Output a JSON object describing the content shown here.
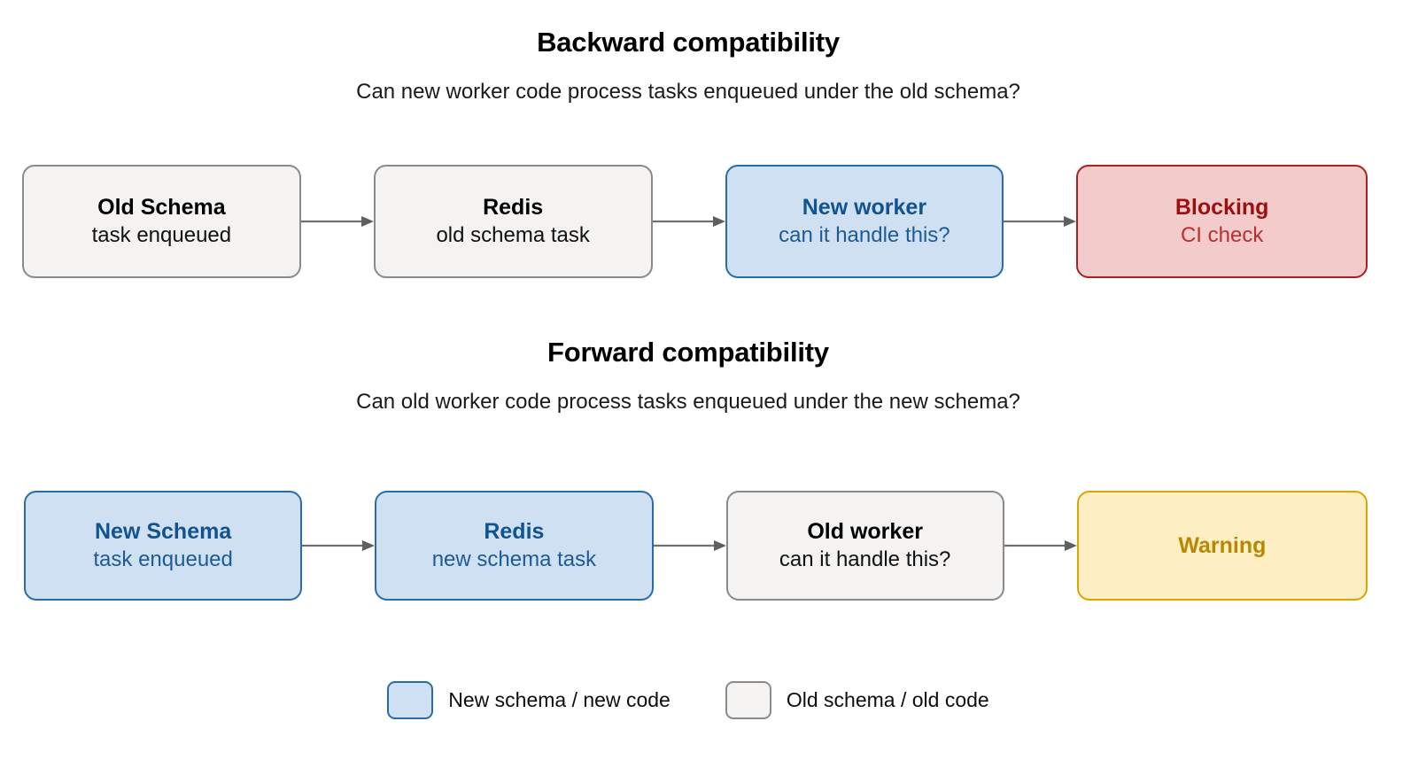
{
  "sections": [
    {
      "id": "backward",
      "title": "Backward compatibility",
      "subtitle": "Can new worker code process tasks enqueued under the old schema?",
      "nodes": [
        {
          "title": "Old Schema",
          "subtitle": "task enqueued",
          "theme": "neutral"
        },
        {
          "title": "Redis",
          "subtitle": "old schema task",
          "theme": "neutral"
        },
        {
          "title": "New worker",
          "subtitle": "can it handle this?",
          "theme": "blue"
        },
        {
          "title": "Blocking",
          "subtitle": "CI check",
          "theme": "red"
        }
      ]
    },
    {
      "id": "forward",
      "title": "Forward compatibility",
      "subtitle": "Can old worker code process tasks enqueued under the new schema?",
      "nodes": [
        {
          "title": "New Schema",
          "subtitle": "task enqueued",
          "theme": "blue"
        },
        {
          "title": "Redis",
          "subtitle": "new schema task",
          "theme": "blue"
        },
        {
          "title": "Old worker",
          "subtitle": "can it handle this?",
          "theme": "neutral"
        },
        {
          "title": "Warning",
          "subtitle": "",
          "theme": "yellow"
        }
      ]
    }
  ],
  "legend": {
    "items": [
      {
        "label": "New schema / new code",
        "swatch": "blue"
      },
      {
        "label": "Old schema / old code",
        "swatch": "neutral"
      }
    ]
  },
  "colors": {
    "background": "#ffffff",
    "neutral_fill": "#f4f3f1",
    "neutral_border": "#8a8a8a",
    "blue_fill": "#cfe0f2",
    "blue_border": "#2a6ca8",
    "blue_text": "#12538f",
    "red_fill": "#f3cbcb",
    "red_border": "#a82020",
    "red_text": "#991111",
    "yellow_fill": "#fdeec4",
    "yellow_border": "#d6a800",
    "yellow_text": "#b88900",
    "arrow": "#6f6f6f"
  },
  "icons": {
    "arrow": "arrow-right-icon"
  }
}
